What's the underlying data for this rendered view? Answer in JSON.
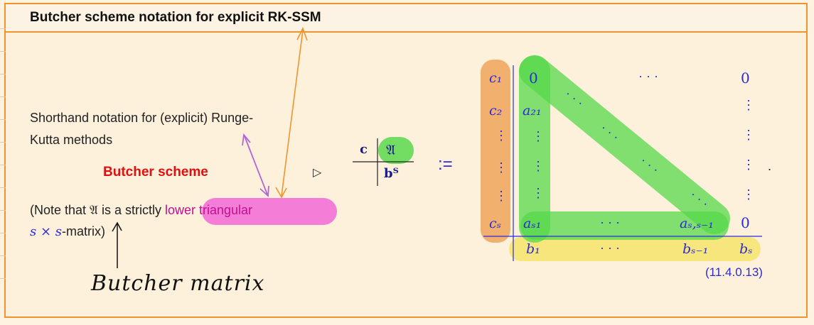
{
  "slide": {
    "title": "Butcher scheme notation for explicit RK-SSM",
    "intro_line1": "Shorthand notation for (explicit) Runge-",
    "intro_line2": "Kutta methods",
    "term": "Butcher scheme",
    "arrow_symbol": "▷",
    "note_start": "(Note that ",
    "note_symbol": "𝔄",
    "note_mid": " is a strictly ",
    "note_highlight": "lower triangular",
    "note_line2_math": "s × s",
    "note_line2_end": "-matrix)",
    "handwriting": "Butcher matrix",
    "equation_number": "(11.4.0.13)",
    "defeq": ":=",
    "period": "."
  },
  "small_scheme": {
    "c": "c",
    "A": "𝔄",
    "bT": "bᵀ"
  },
  "matrix": {
    "c_col": [
      "c₁",
      "c₂",
      "⋮",
      "⋮",
      "⋮",
      "cₛ"
    ],
    "row1": [
      "0",
      "· · ·",
      "0"
    ],
    "a21": "a₂₁",
    "as1": "aₛ₁",
    "as_s1": "aₛ,ₛ₋₁",
    "bottom_dots": "· · ·",
    "last_zero": "0",
    "b_row": [
      "b₁",
      "· · ·",
      "bₛ₋₁",
      "bₛ"
    ]
  },
  "colors": {
    "orange": "#f0942e",
    "green": "#55d84a",
    "pink": "#f26ad6",
    "yellow": "#f7e36a",
    "blue": "#2a2ad8",
    "red": "#e11010"
  }
}
